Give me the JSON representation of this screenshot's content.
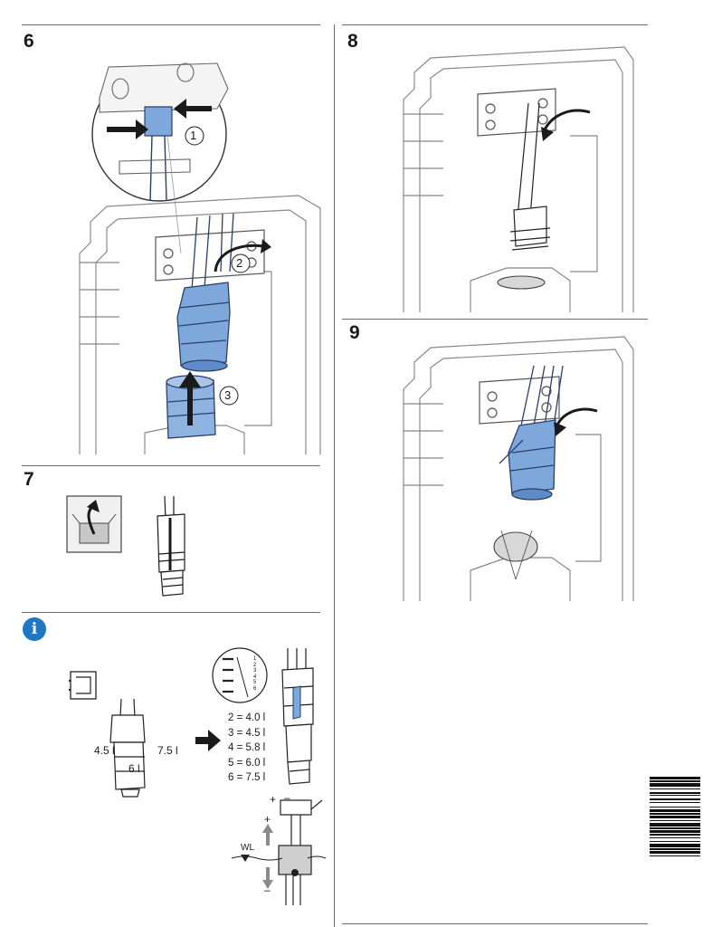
{
  "steps": {
    "s6": "6",
    "s7": "7",
    "s8": "8",
    "s9": "9"
  },
  "callouts": {
    "c1": "1",
    "c2": "2",
    "c3": "3"
  },
  "info": {
    "icon": "info-icon",
    "glyph": "i",
    "left_volume": "4.5 l",
    "right_volume": "7.5 l",
    "center_volume": "6 l",
    "volume_table": [
      "2 = 4.0 l",
      "3 = 4.5 l",
      "4 = 5.8 l",
      "5 = 6.0 l",
      "6 = 7.5 l"
    ],
    "scale_digits": [
      "1",
      "2",
      "3",
      "4",
      "5",
      "6"
    ],
    "water_level_label": "WL",
    "plus": "+",
    "minus": "–"
  },
  "colors": {
    "accent_blue": "#7ea8dc",
    "info_blue": "#1f76c2",
    "line_gray": "#6d6d6d"
  }
}
